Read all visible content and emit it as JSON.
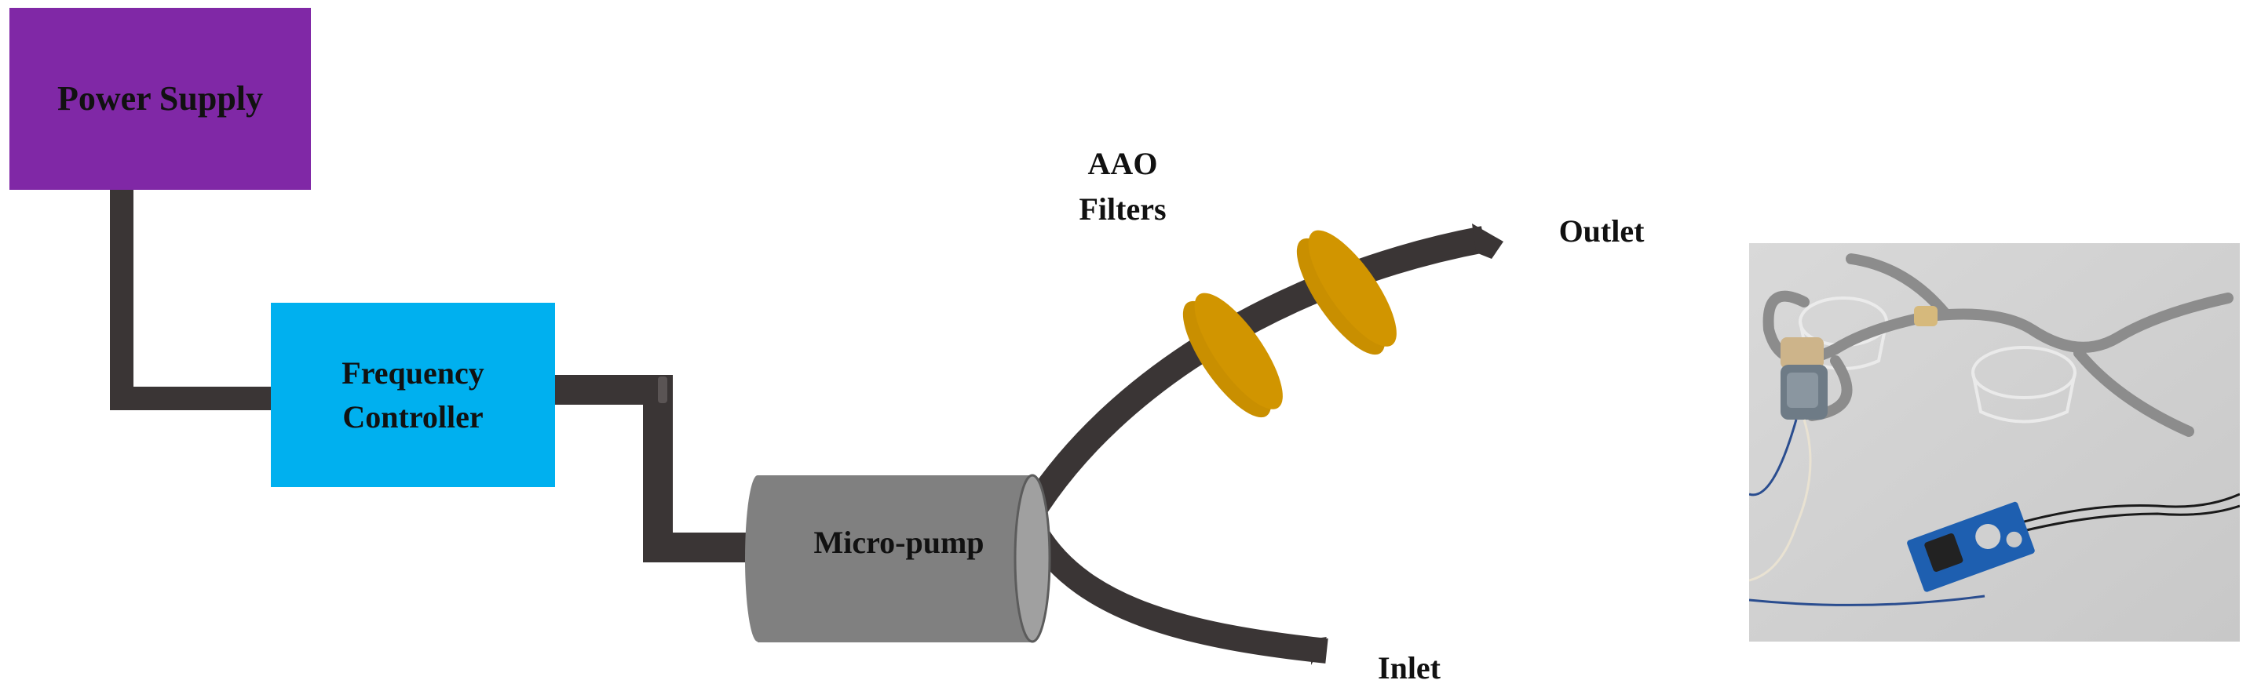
{
  "blocks": {
    "power_supply": {
      "label": "Power Supply"
    },
    "frequency_controller": {
      "label": "Frequency\nController"
    },
    "micro_pump": {
      "label": "Micro-pump"
    }
  },
  "labels": {
    "filters": "AAO\nFilters",
    "outlet": "Outlet",
    "inlet": "Inlet"
  },
  "colors": {
    "power_supply": "#8028a6",
    "frequency_controller": "#00b0ef",
    "micro_pump": "#808080",
    "filters": "#d19500",
    "tubing": "#3a3535"
  },
  "photo": {
    "description_visible": false
  }
}
